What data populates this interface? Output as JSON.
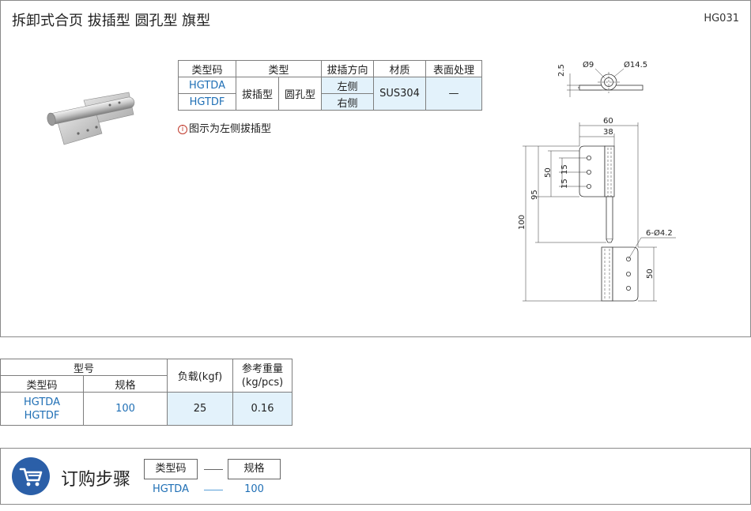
{
  "header": {
    "title": "拆卸式合页  拔插型  圆孔型  旗型",
    "code": "HG031"
  },
  "spec_table": {
    "headers": [
      "类型码",
      "类型",
      "拔插方向",
      "材质",
      "表面处理"
    ],
    "type_codes": [
      "HGTDA",
      "HGTDF"
    ],
    "type_a": "拔插型",
    "type_b": "圆孔型",
    "directions": [
      "左侧",
      "右侧"
    ],
    "material": "SUS304",
    "surface": "—"
  },
  "note": "图示为左侧拔插型",
  "dimensions": {
    "d9": "Ø9",
    "d145": "Ø14.5",
    "t25": "2.5",
    "w60": "60",
    "w38": "38",
    "h50": "50",
    "h15a": "15",
    "h15b": "15",
    "h95": "95",
    "h100": "100",
    "holes": "6-Ø4.2",
    "h50b": "50"
  },
  "model_table": {
    "group_header": "型号",
    "col_type": "类型码",
    "col_spec": "规格",
    "col_load": "负载(kgf)",
    "col_weight_1": "参考重量",
    "col_weight_2": "(kg/pcs)",
    "type_codes": [
      "HGTDA",
      "HGTDF"
    ],
    "spec": "100",
    "load": "25",
    "weight": "0.16"
  },
  "order": {
    "title": "订购步骤",
    "box1": "类型码",
    "box2": "规格",
    "val1": "HGTDA",
    "val2": "100",
    "separator": "—"
  },
  "colors": {
    "accent_blue": "#1f6fb5",
    "cell_bg": "#e3f2fb",
    "icon_bg": "#2b5fa8"
  }
}
